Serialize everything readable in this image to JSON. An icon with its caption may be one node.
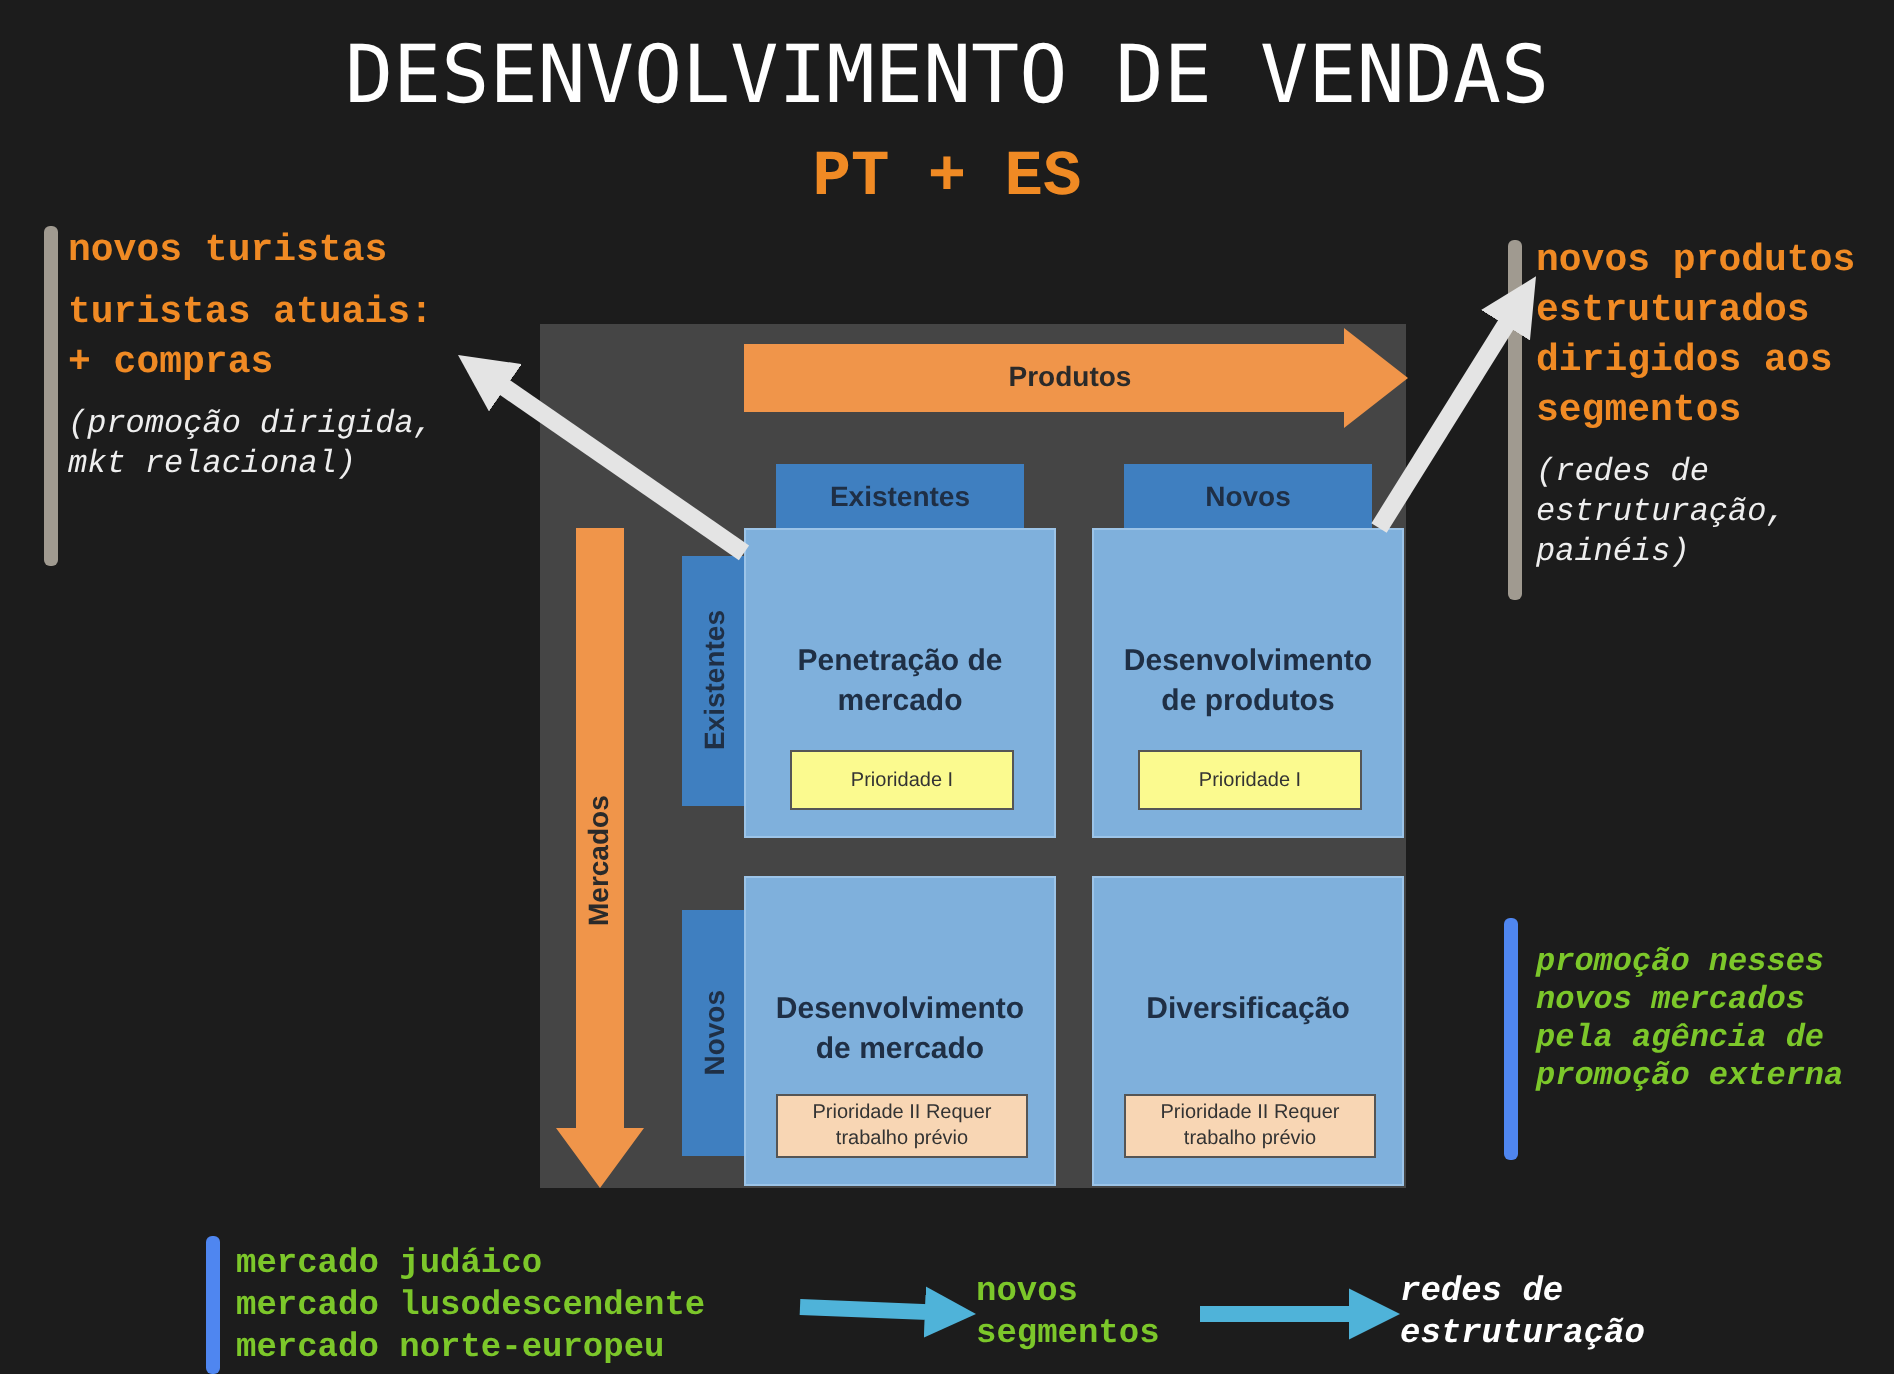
{
  "diagram": {
    "title": "DESENVOLVIMENTO DE VENDAS",
    "nodes": [
      {
        "text": [
          "novos turistas",
          "turistas atuais: + compras",
          "(promoção dirigida, mkt relacional)"
        ]
      },
      {
        "text": [
          "novos produtos estruturados dirigidos aos segmentos",
          "(redes de estruturação, painéis)"
        ]
      },
      {
        "text": [
          "Existentes"
        ]
      },
      {
        "text": [
          "Novos"
        ]
      },
      {
        "text": [
          "Existentes"
        ]
      },
      {
        "text": [
          "Penetração de mercado"
        ]
      },
      {
        "text": [
          "Prioridade I"
        ],
        "in": 5
      },
      {
        "text": [
          "Desenvolvimento de produtos"
        ]
      },
      {
        "text": [
          "Prioridade I"
        ],
        "in": 7
      },
      {
        "text": [
          "Novos"
        ]
      },
      {
        "text": [
          "Desenvolvimento de mercado"
        ]
      },
      {
        "text": [
          "Prioridade II Requer trabalho prévio"
        ],
        "in": 10
      },
      {
        "text": [
          "Diversificação"
        ]
      },
      {
        "text": [
          "Prioridade II Requer trabalho prévio"
        ],
        "in": 12
      },
      {
        "text": [
          "mercado judáico",
          "mercado lusodescendente",
          "mercado norte-europeu"
        ]
      },
      {
        "text": [
          "novos segmentos"
        ]
      },
      {
        "text": [
          "redes de estruturação"
        ]
      }
    ],
    "edges": [
      {
        "from": 5,
        "to": 0,
        "arrow": "to"
      },
      {
        "from": 7,
        "to": 1,
        "arrow": "to"
      },
      {
        "from": 14,
        "to": 15,
        "arrow": "to",
        "color": "#4fb3d9"
      },
      {
        "from": 15,
        "to": 16,
        "arrow": "to",
        "color": "#4fb3d9"
      }
    ],
    "labels": [
      "PT + ES",
      "Produtos",
      "Mercados",
      "promoção nesses novos mercados pela agência de promoção externa"
    ]
  }
}
